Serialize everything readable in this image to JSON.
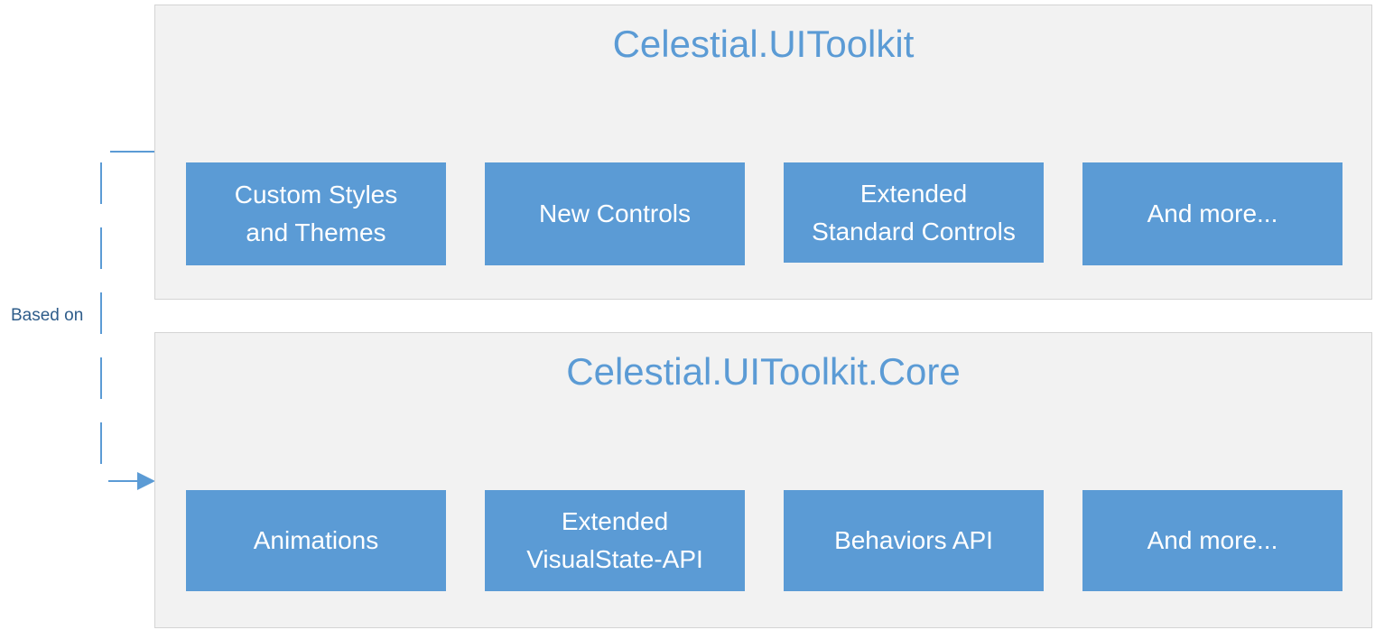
{
  "top_layer": {
    "title": "Celestial.UIToolkit",
    "boxes": [
      {
        "line1": "Custom Styles",
        "line2": "and Themes"
      },
      {
        "line1": "New Controls",
        "line2": ""
      },
      {
        "line1": "Extended",
        "line2": "Standard Controls"
      },
      {
        "line1": "And more...",
        "line2": ""
      }
    ]
  },
  "bottom_layer": {
    "title": "Celestial.UIToolkit.Core",
    "boxes": [
      {
        "line1": "Animations",
        "line2": ""
      },
      {
        "line1": "Extended",
        "line2": "VisualState-API"
      },
      {
        "line1": "Behaviors API",
        "line2": ""
      },
      {
        "line1": "And more...",
        "line2": ""
      }
    ]
  },
  "connector": {
    "label": "Based on"
  },
  "colors": {
    "accent": "#5b9bd5",
    "layer_background": "#f2f2f2",
    "box_text": "#ffffff",
    "label_text": "#2e5c8a"
  }
}
